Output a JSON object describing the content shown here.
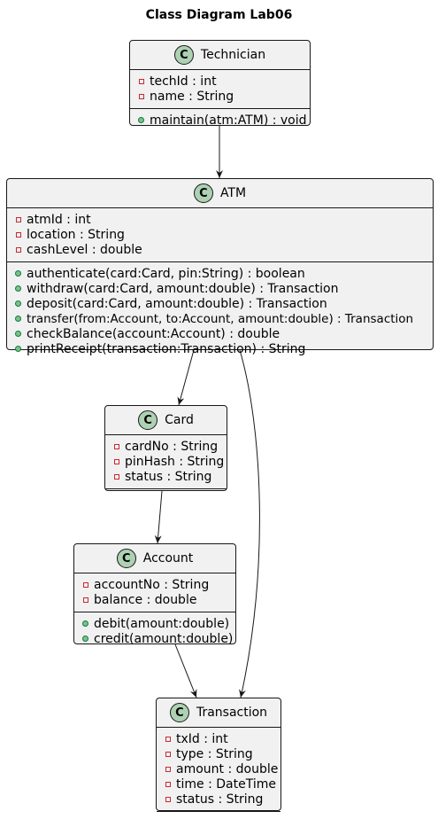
{
  "diagram": {
    "title": "Class Diagram Lab06",
    "class_marker": "C",
    "classes": [
      {
        "id": "technician",
        "name": "Technician",
        "attributes": [
          {
            "visibility": "private",
            "text": "techId : int"
          },
          {
            "visibility": "private",
            "text": "name : String"
          }
        ],
        "methods": [
          {
            "visibility": "public",
            "text": "maintain(atm:ATM) : void"
          }
        ]
      },
      {
        "id": "atm",
        "name": "ATM",
        "attributes": [
          {
            "visibility": "private",
            "text": "atmId : int"
          },
          {
            "visibility": "private",
            "text": "location : String"
          },
          {
            "visibility": "private",
            "text": "cashLevel : double"
          }
        ],
        "methods": [
          {
            "visibility": "public",
            "text": "authenticate(card:Card, pin:String) : boolean"
          },
          {
            "visibility": "public",
            "text": "withdraw(card:Card, amount:double) : Transaction"
          },
          {
            "visibility": "public",
            "text": "deposit(card:Card, amount:double) : Transaction"
          },
          {
            "visibility": "public",
            "text": "transfer(from:Account, to:Account, amount:double) : Transaction"
          },
          {
            "visibility": "public",
            "text": "checkBalance(account:Account) : double"
          },
          {
            "visibility": "public",
            "text": "printReceipt(transaction:Transaction) : String"
          }
        ]
      },
      {
        "id": "card",
        "name": "Card",
        "attributes": [
          {
            "visibility": "private",
            "text": "cardNo : String"
          },
          {
            "visibility": "private",
            "text": "pinHash : String"
          },
          {
            "visibility": "private",
            "text": "status : String"
          }
        ],
        "methods": []
      },
      {
        "id": "account",
        "name": "Account",
        "attributes": [
          {
            "visibility": "private",
            "text": "accountNo : String"
          },
          {
            "visibility": "private",
            "text": "balance : double"
          }
        ],
        "methods": [
          {
            "visibility": "public",
            "text": "debit(amount:double)"
          },
          {
            "visibility": "public",
            "text": "credit(amount:double)"
          }
        ]
      },
      {
        "id": "transaction",
        "name": "Transaction",
        "attributes": [
          {
            "visibility": "private",
            "text": "txId : int"
          },
          {
            "visibility": "private",
            "text": "type : String"
          },
          {
            "visibility": "private",
            "text": "amount : double"
          },
          {
            "visibility": "private",
            "text": "time : DateTime"
          },
          {
            "visibility": "private",
            "text": "status : String"
          }
        ],
        "methods": []
      }
    ],
    "associations": [
      {
        "from": "technician",
        "to": "atm"
      },
      {
        "from": "atm",
        "to": "card"
      },
      {
        "from": "atm",
        "to": "transaction"
      },
      {
        "from": "card",
        "to": "account"
      },
      {
        "from": "account",
        "to": "transaction"
      }
    ],
    "colors": {
      "class_fill": "#f1f1f1",
      "border": "#181818",
      "class_marker_fill": "#add1b2",
      "private_marker": "#c82930",
      "public_marker": "#038048"
    }
  }
}
